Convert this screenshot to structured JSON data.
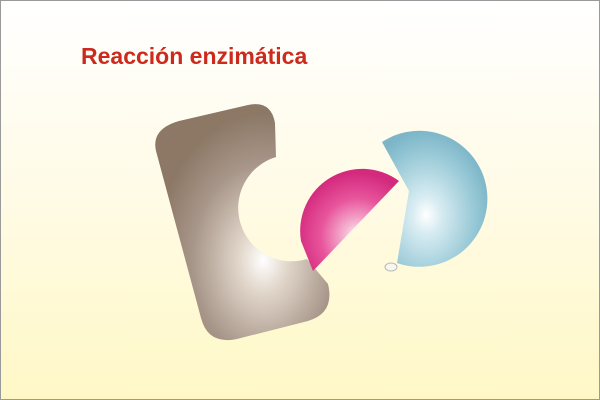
{
  "title": "Reacción enzimática",
  "colors": {
    "title": "#cc2a1d",
    "enzyme": "#8e7b68",
    "substrate_a": "#e23b8c",
    "substrate_b": "#82bccd",
    "background_top": "#ffffff",
    "background_bottom": "#fff8c6"
  },
  "shapes": [
    {
      "name": "enzyme-shape",
      "role": "enzyme"
    },
    {
      "name": "substrate-pink-shape",
      "role": "substrate"
    },
    {
      "name": "substrate-blue-shape",
      "role": "substrate"
    }
  ]
}
